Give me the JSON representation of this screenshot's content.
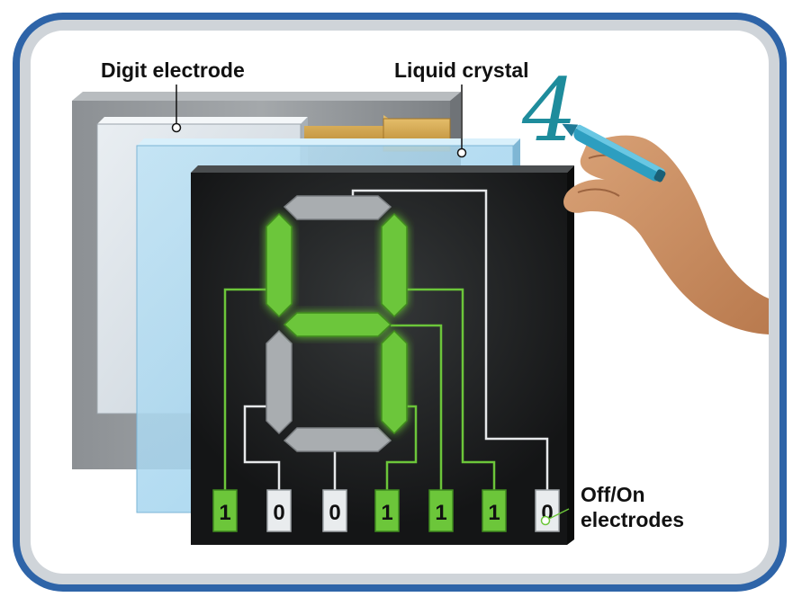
{
  "labels": {
    "digit_electrode": "Digit electrode",
    "liquid_crystal": "Liquid crystal",
    "off_on": "Off/On",
    "electrodes": "electrodes"
  },
  "handwritten_digit": "4",
  "electrode_values": [
    "1",
    "0",
    "0",
    "1",
    "1",
    "1",
    "0"
  ],
  "colors": {
    "frame_blue": "#2e64a8",
    "segment_on": "#6cc63a",
    "segment_off": "#a9adb0",
    "panel": "#1c1e1f",
    "wire_on": "#6cc63a",
    "wire_off": "#e6e8ea"
  },
  "icons": [
    "hand-with-pen-icon"
  ]
}
